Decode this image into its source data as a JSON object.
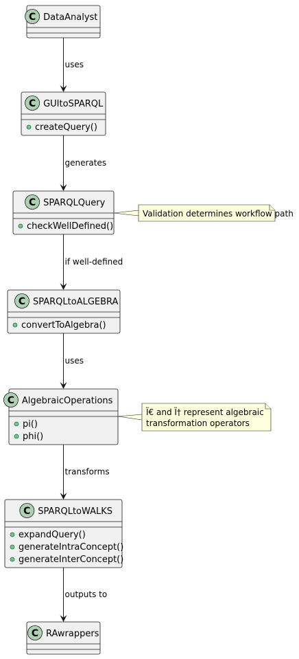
{
  "classes": [
    {
      "id": "dataanalyst",
      "name": "DataAnalyst",
      "methods": []
    },
    {
      "id": "guitosparql",
      "name": "GUItoSPARQL",
      "methods": [
        "createQuery()"
      ]
    },
    {
      "id": "sparqlquery",
      "name": "SPARQLQuery",
      "methods": [
        "checkWellDefined()"
      ]
    },
    {
      "id": "sparqltoalgebra",
      "name": "SPARQLtoALGEBRA",
      "methods": [
        "convertToAlgebra()"
      ]
    },
    {
      "id": "algebraicoperations",
      "name": "AlgebraicOperations",
      "methods": [
        "pi()",
        "phi()"
      ]
    },
    {
      "id": "sparqltowalks",
      "name": "SPARQLtoWALKS",
      "methods": [
        "expandQuery()",
        "generateIntraConcept()",
        "generateInterConcept()"
      ]
    },
    {
      "id": "rawrappers",
      "name": "RAwrappers",
      "methods": []
    }
  ],
  "relations": [
    {
      "label": "uses"
    },
    {
      "label": "generates"
    },
    {
      "label": "if well-defined"
    },
    {
      "label": "uses"
    },
    {
      "label": "transforms"
    },
    {
      "label": "outputs to"
    }
  ],
  "notes": [
    {
      "lines": [
        "Validation determines workflow path"
      ]
    },
    {
      "lines": [
        "Ï€ and Ï† represent algebraic",
        "transformation operators"
      ]
    }
  ],
  "class_stereotype_letter": "C",
  "colors": {
    "box_fill": "#f1f1f1",
    "box_stroke": "#181818",
    "class_circle": "#add1b2",
    "method_dot": "#84be84",
    "note_fill": "#feffdd",
    "line": "#181818"
  }
}
